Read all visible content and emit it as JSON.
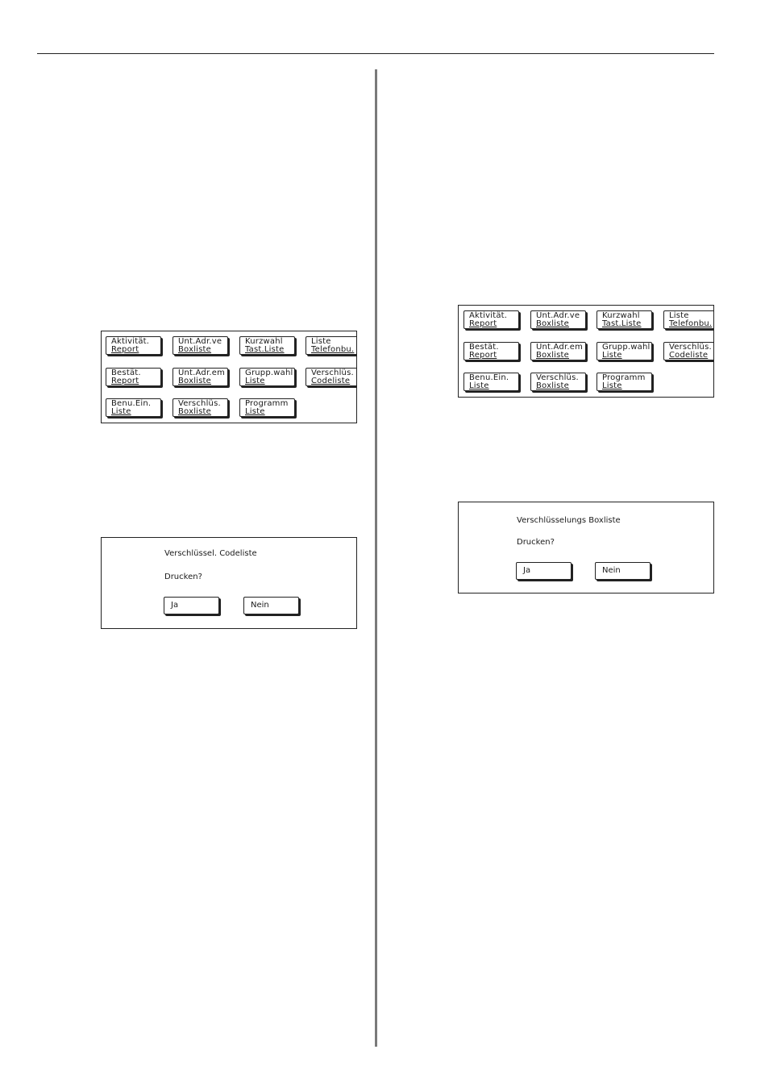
{
  "left": {
    "list_screen": {
      "buttons": [
        {
          "line1": "Aktivität.",
          "line2": "Report"
        },
        {
          "line1": "Unt.Adr.ve",
          "line2": "Boxliste"
        },
        {
          "line1": "Kurzwahl",
          "line2": "Tast.Liste"
        },
        {
          "line1": "Liste",
          "line2": "Telefonbu."
        },
        {
          "line1": "Bestät.",
          "line2": "Report"
        },
        {
          "line1": "Unt.Adr.em",
          "line2": "Boxliste"
        },
        {
          "line1": "Grupp.wahl",
          "line2": "Liste"
        },
        {
          "line1": "Verschlüs.",
          "line2": "Codeliste"
        },
        {
          "line1": "Benu.Ein.",
          "line2": "Liste"
        },
        {
          "line1": "Verschlüs.",
          "line2": "Boxliste"
        },
        {
          "line1": "Programm",
          "line2": "Liste"
        }
      ]
    },
    "confirm_screen": {
      "title": "Verschlüssel. Codeliste",
      "question": "Drucken?",
      "yes_label": "Ja",
      "no_label": "Nein"
    }
  },
  "right": {
    "list_screen": {
      "buttons": [
        {
          "line1": "Aktivität.",
          "line2": "Report"
        },
        {
          "line1": "Unt.Adr.ve",
          "line2": "Boxliste"
        },
        {
          "line1": "Kurzwahl",
          "line2": "Tast.Liste"
        },
        {
          "line1": "Liste",
          "line2": "Telefonbu."
        },
        {
          "line1": "Bestät.",
          "line2": "Report"
        },
        {
          "line1": "Unt.Adr.em",
          "line2": "Boxliste"
        },
        {
          "line1": "Grupp.wahl",
          "line2": "Liste"
        },
        {
          "line1": "Verschlüs.",
          "line2": "Codeliste"
        },
        {
          "line1": "Benu.Ein.",
          "line2": "Liste"
        },
        {
          "line1": "Verschlüs.",
          "line2": "Boxliste"
        },
        {
          "line1": "Programm",
          "line2": "Liste"
        }
      ]
    },
    "confirm_screen": {
      "title": "Verschlüsselungs Boxliste",
      "question": "Drucken?",
      "yes_label": "Ja",
      "no_label": "Nein"
    }
  }
}
